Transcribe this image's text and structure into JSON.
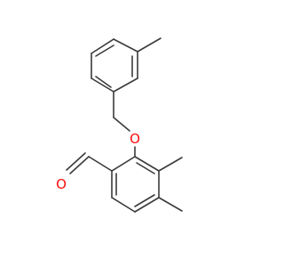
{
  "molecule": {
    "atoms": [
      {
        "id": "oxygen-ether",
        "label": "O",
        "color": "#ff0d0d"
      },
      {
        "id": "oxygen-aldehyde",
        "label": "O",
        "color": "#ff0d0d"
      }
    ],
    "bond_color": "#3a3a3a"
  }
}
